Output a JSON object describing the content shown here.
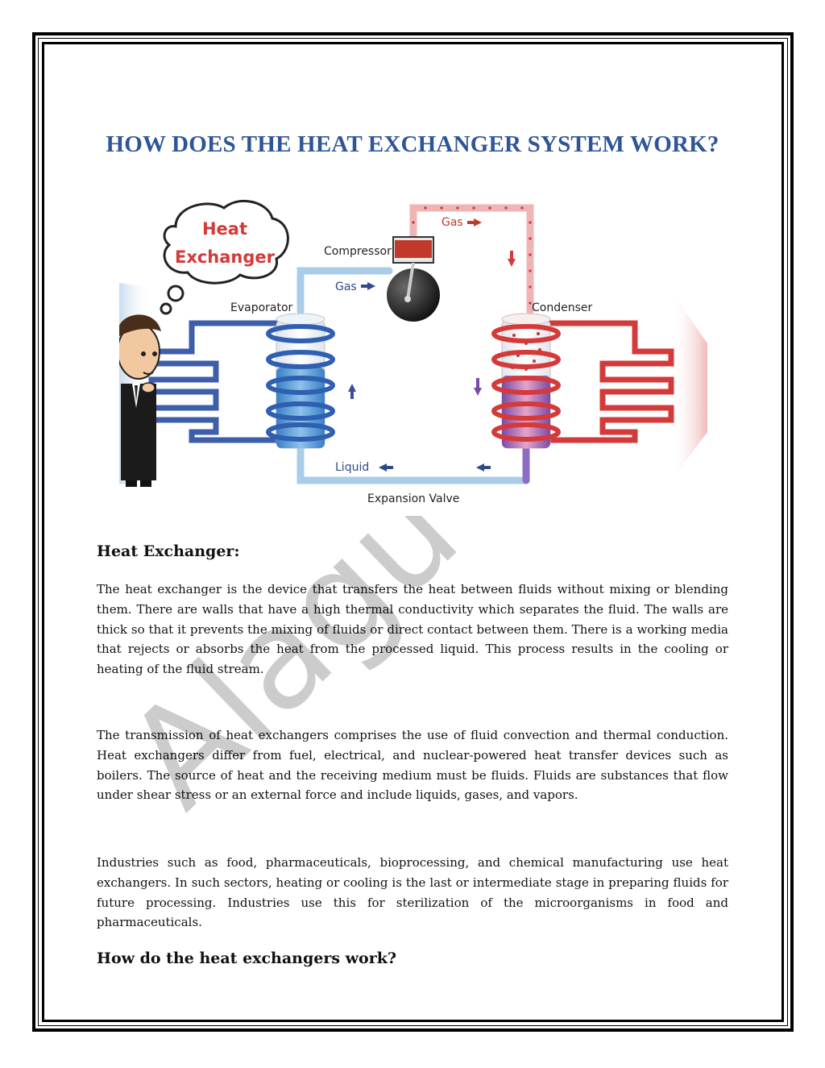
{
  "title": "HOW DOES THE HEAT EXCHANGER SYSTEM WORK?",
  "diagram": {
    "bubble_line1": "Heat",
    "bubble_line2": "Exchanger",
    "compressor": "Compressor",
    "gas_left": "Gas",
    "gas_top": "Gas",
    "evaporator": "Evaporator",
    "condenser": "Condenser",
    "liquid": "Liquid",
    "expansion_valve": "Expansion Valve"
  },
  "section1": {
    "heading": "Heat Exchanger:",
    "p1": "The heat exchanger is the device that transfers the heat between fluids without mixing or blending them. There are walls that have a high thermal conductivity which separates the fluid. The walls are thick so that it prevents the mixing of fluids or direct contact between them. There is a working media that rejects or absorbs the heat from the processed liquid. This process results in the cooling or heating of the fluid stream.",
    "p2": "The transmission of heat exchangers comprises the use of fluid convection and thermal conduction. Heat exchangers differ from fuel, electrical, and nuclear-powered heat transfer devices such as boilers. The source of heat and the receiving medium must be fluids. Fluids are substances that flow under shear stress or an external force and include liquids, gases, and vapors.",
    "p3": "Industries such as food, pharmaceuticals, bioprocessing, and chemical manufacturing use heat exchangers. In such sectors, heating or cooling is the last or intermediate stage in preparing fluids for future processing. Industries use this for sterilization of the microorganisms in food and pharmaceuticals."
  },
  "section2": {
    "heading": "How do the heat exchangers work?"
  },
  "watermark": "Alagu",
  "colors": {
    "title": "#2e5597",
    "cold_pipe": "#3d5ea8",
    "hot_pipe": "#d43a3a",
    "light_pipe": "#a9cde8",
    "label_blue": "#2e4a8a"
  }
}
